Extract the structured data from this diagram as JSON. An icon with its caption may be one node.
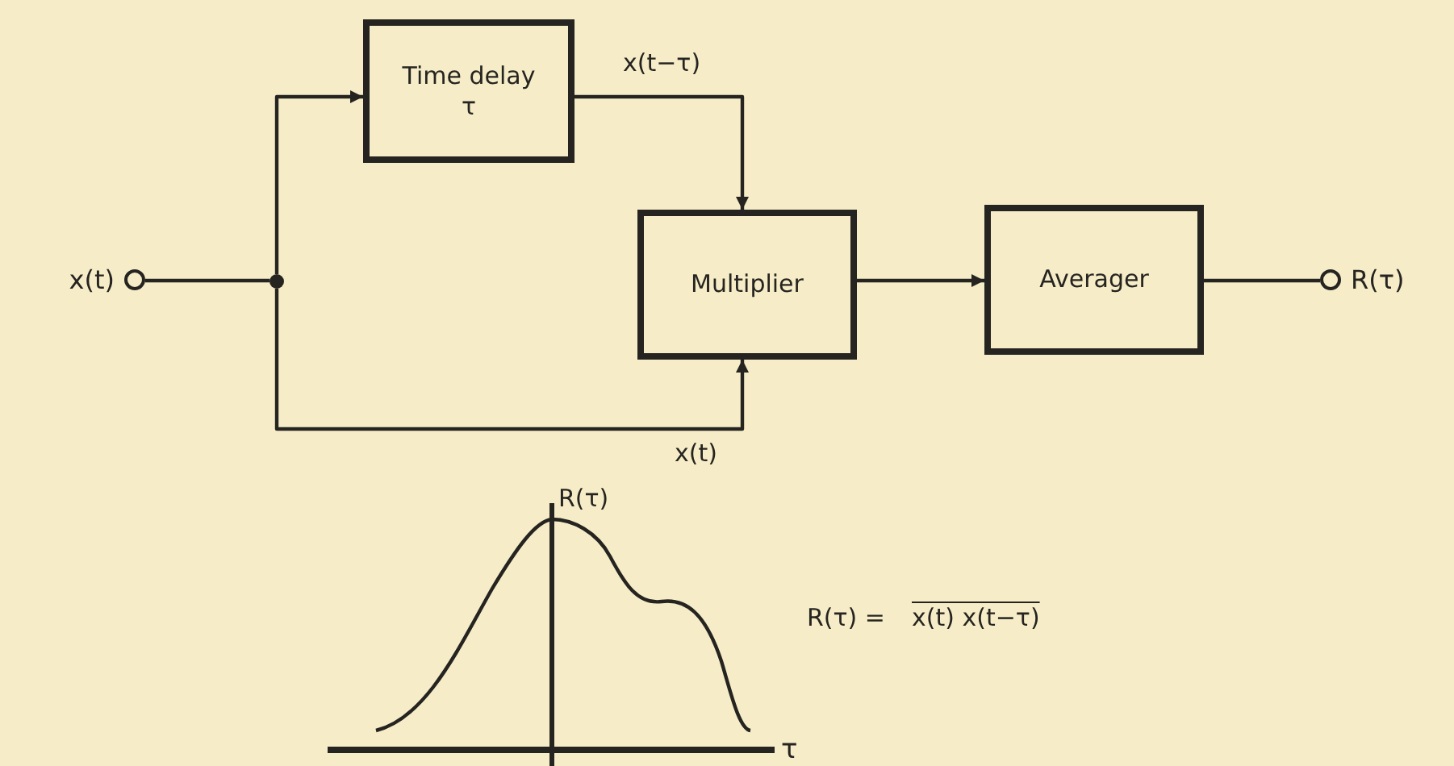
{
  "diagram": {
    "nodes": [
      {
        "text": [
          "x(t)"
        ]
      },
      {
        "text": [],
        "shape": "circle"
      },
      {
        "text": [
          "Time delay τ"
        ]
      },
      {
        "text": [
          "Multiplier"
        ]
      },
      {
        "text": [
          "Averager"
        ]
      },
      {
        "text": [
          "R(τ)"
        ]
      }
    ],
    "edges": [
      {
        "from": 0,
        "to": 1,
        "arrow": "none"
      },
      {
        "from": 1,
        "to": 2,
        "arrow": "to"
      },
      {
        "from": 2,
        "to": 3,
        "arrow": "to",
        "label": "x(t−τ)"
      },
      {
        "from": 1,
        "to": 3,
        "arrow": "to",
        "label": "x(t)"
      },
      {
        "from": 3,
        "to": 4,
        "arrow": "to"
      },
      {
        "from": 4,
        "to": 5,
        "arrow": "none"
      }
    ],
    "labels": [
      "R(τ)",
      "τ",
      "R(τ) =",
      "x(t) x(t−τ)"
    ]
  }
}
